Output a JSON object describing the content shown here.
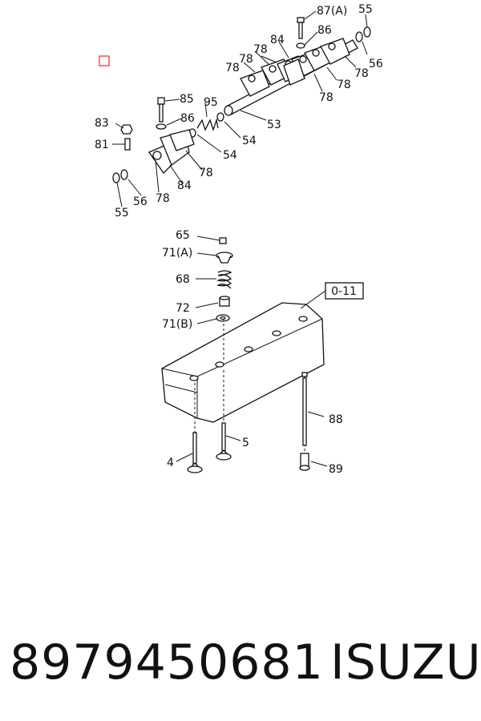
{
  "diagram": {
    "marker_color": "#e23b3b",
    "ref_box_label": "0-11",
    "callouts": {
      "c87A": "87(A)",
      "c55a": "55",
      "c86a": "86",
      "c84a": "84",
      "c78a": "78",
      "c78b": "78",
      "c78c": "78",
      "c78d": "78",
      "c78e": "78",
      "c78f": "78",
      "c56a": "56",
      "c85": "85",
      "c95": "95",
      "c86b": "86",
      "c53": "53",
      "c83": "83",
      "c81": "81",
      "c54a": "54",
      "c54b": "54",
      "c78g": "78",
      "c84b": "84",
      "c78h": "78",
      "c56b": "56",
      "c55b": "55",
      "c65": "65",
      "c71A": "71(A)",
      "c68": "68",
      "c72": "72",
      "c71B": "71(B)",
      "c88": "88",
      "c5": "5",
      "c4": "4",
      "c89": "89"
    }
  },
  "footer": {
    "part_number": "8979450681",
    "brand": "ISUZU"
  }
}
